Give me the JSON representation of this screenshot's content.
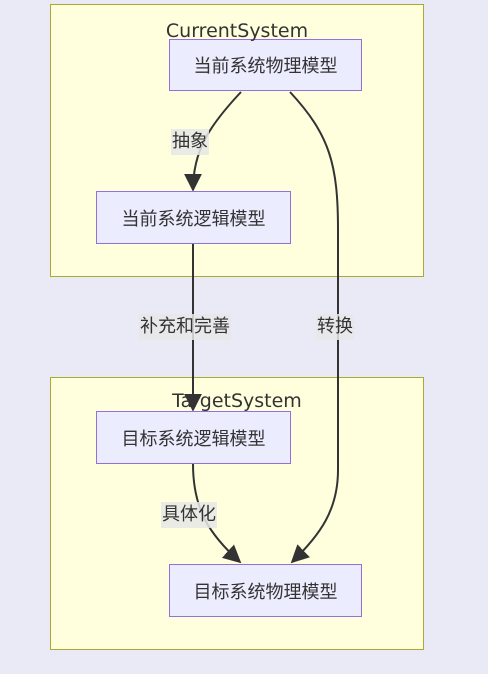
{
  "clusters": {
    "current": {
      "title": "CurrentSystem"
    },
    "target": {
      "title": "TargetSystem"
    }
  },
  "nodes": {
    "current_physical": "当前系统物理模型",
    "current_logical": "当前系统逻辑模型",
    "target_logical": "目标系统逻辑模型",
    "target_physical": "目标系统物理模型"
  },
  "edges": {
    "abstract": "抽象",
    "supplement": "补充和完善",
    "convert": "转换",
    "concretize": "具体化"
  },
  "colors": {
    "background": "#eaeaf6",
    "cluster_fill": "#ffffde",
    "cluster_border": "#aaaa33",
    "node_fill": "#ececff",
    "node_border": "#9370db",
    "edge": "#333333"
  }
}
